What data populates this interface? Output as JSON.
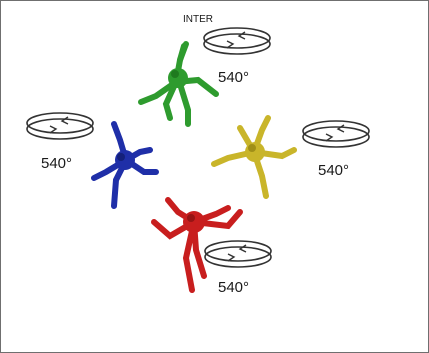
{
  "top_label": "INTER",
  "rotation_label": "540°",
  "figures": [
    {
      "name": "green",
      "color": "#2e9b2e",
      "shade": "#1f7a1f"
    },
    {
      "name": "blue",
      "color": "#1f2fa8",
      "shade": "#14207a"
    },
    {
      "name": "yellow",
      "color": "#c9b52a",
      "shade": "#a08f18"
    },
    {
      "name": "red",
      "color": "#c81e1e",
      "shade": "#961414"
    }
  ],
  "rotation_icon": "spin-arrow-icon"
}
